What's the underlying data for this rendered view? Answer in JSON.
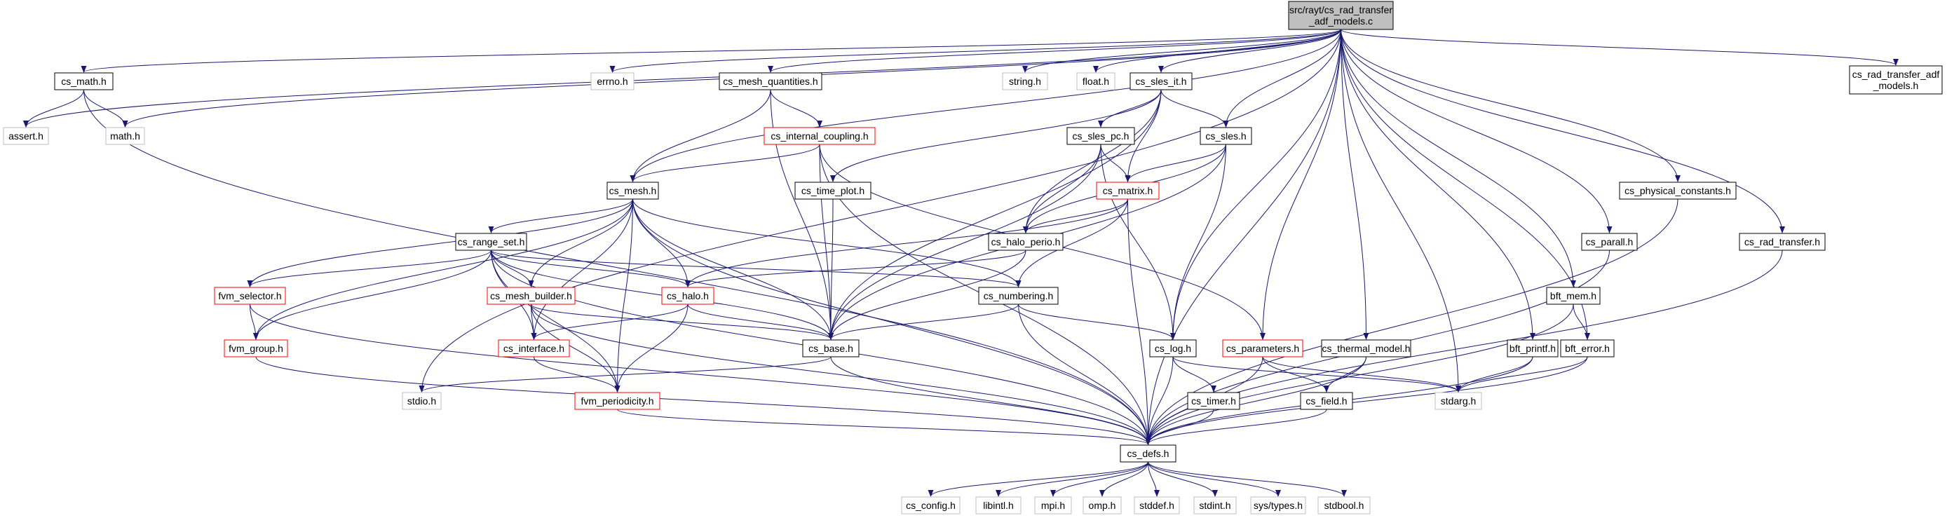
{
  "colors": {
    "edge": "#191970",
    "root_fill": "#bfbfbf",
    "border_dark": "#000000",
    "border_red": "#ff0000",
    "border_gray": "#bfbfbf"
  },
  "nodes": [
    {
      "id": "root",
      "lines": [
        "src/rayt/cs_rad_transfer",
        "_adf_models.c"
      ],
      "style": "root"
    },
    {
      "id": "cs_math_h",
      "lines": [
        "cs_math.h"
      ],
      "style": "dark"
    },
    {
      "id": "assert_h",
      "lines": [
        "assert.h"
      ],
      "style": "gray"
    },
    {
      "id": "math_h",
      "lines": [
        "math.h"
      ],
      "style": "gray"
    },
    {
      "id": "errno_h",
      "lines": [
        "errno.h"
      ],
      "style": "gray"
    },
    {
      "id": "cs_mesh_quantities_h",
      "lines": [
        "cs_mesh_quantities.h"
      ],
      "style": "dark"
    },
    {
      "id": "string_h",
      "lines": [
        "string.h"
      ],
      "style": "gray"
    },
    {
      "id": "float_h",
      "lines": [
        "float.h"
      ],
      "style": "gray"
    },
    {
      "id": "cs_sles_it_h",
      "lines": [
        "cs_sles_it.h"
      ],
      "style": "dark"
    },
    {
      "id": "cs_rad_transfer_adf_models_h",
      "lines": [
        "cs_rad_transfer_adf",
        "_models.h"
      ],
      "style": "dark"
    },
    {
      "id": "cs_internal_coupling_h",
      "lines": [
        "cs_internal_coupling.h"
      ],
      "style": "red"
    },
    {
      "id": "cs_sles_pc_h",
      "lines": [
        "cs_sles_pc.h"
      ],
      "style": "dark"
    },
    {
      "id": "cs_sles_h",
      "lines": [
        "cs_sles.h"
      ],
      "style": "dark"
    },
    {
      "id": "cs_mesh_h",
      "lines": [
        "cs_mesh.h"
      ],
      "style": "dark"
    },
    {
      "id": "cs_time_plot_h",
      "lines": [
        "cs_time_plot.h"
      ],
      "style": "dark"
    },
    {
      "id": "cs_matrix_h",
      "lines": [
        "cs_matrix.h"
      ],
      "style": "red"
    },
    {
      "id": "cs_physical_constants_h",
      "lines": [
        "cs_physical_constants.h"
      ],
      "style": "dark"
    },
    {
      "id": "cs_range_set_h",
      "lines": [
        "cs_range_set.h"
      ],
      "style": "dark"
    },
    {
      "id": "cs_halo_perio_h",
      "lines": [
        "cs_halo_perio.h"
      ],
      "style": "dark"
    },
    {
      "id": "cs_parall_h",
      "lines": [
        "cs_parall.h"
      ],
      "style": "dark"
    },
    {
      "id": "cs_rad_transfer_h",
      "lines": [
        "cs_rad_transfer.h"
      ],
      "style": "dark"
    },
    {
      "id": "fvm_selector_h",
      "lines": [
        "fvm_selector.h"
      ],
      "style": "red"
    },
    {
      "id": "cs_mesh_builder_h",
      "lines": [
        "cs_mesh_builder.h"
      ],
      "style": "red"
    },
    {
      "id": "cs_halo_h",
      "lines": [
        "cs_halo.h"
      ],
      "style": "red"
    },
    {
      "id": "cs_numbering_h",
      "lines": [
        "cs_numbering.h"
      ],
      "style": "dark"
    },
    {
      "id": "bft_mem_h",
      "lines": [
        "bft_mem.h"
      ],
      "style": "dark"
    },
    {
      "id": "fvm_group_h",
      "lines": [
        "fvm_group.h"
      ],
      "style": "red"
    },
    {
      "id": "cs_interface_h",
      "lines": [
        "cs_interface.h"
      ],
      "style": "red"
    },
    {
      "id": "cs_base_h",
      "lines": [
        "cs_base.h"
      ],
      "style": "dark"
    },
    {
      "id": "cs_log_h",
      "lines": [
        "cs_log.h"
      ],
      "style": "dark"
    },
    {
      "id": "cs_parameters_h",
      "lines": [
        "cs_parameters.h"
      ],
      "style": "red"
    },
    {
      "id": "cs_thermal_model_h",
      "lines": [
        "cs_thermal_model.h"
      ],
      "style": "dark"
    },
    {
      "id": "bft_printf_h",
      "lines": [
        "bft_printf.h"
      ],
      "style": "dark"
    },
    {
      "id": "bft_error_h",
      "lines": [
        "bft_error.h"
      ],
      "style": "dark"
    },
    {
      "id": "stdio_h",
      "lines": [
        "stdio.h"
      ],
      "style": "gray"
    },
    {
      "id": "fvm_periodicity_h",
      "lines": [
        "fvm_periodicity.h"
      ],
      "style": "red"
    },
    {
      "id": "cs_timer_h",
      "lines": [
        "cs_timer.h"
      ],
      "style": "dark"
    },
    {
      "id": "cs_field_h",
      "lines": [
        "cs_field.h"
      ],
      "style": "dark"
    },
    {
      "id": "stdarg_h",
      "lines": [
        "stdarg.h"
      ],
      "style": "gray"
    },
    {
      "id": "cs_defs_h",
      "lines": [
        "cs_defs.h"
      ],
      "style": "dark"
    },
    {
      "id": "cs_config_h",
      "lines": [
        "cs_config.h"
      ],
      "style": "gray"
    },
    {
      "id": "libintl_h",
      "lines": [
        "libintl.h"
      ],
      "style": "gray"
    },
    {
      "id": "mpi_h",
      "lines": [
        "mpi.h"
      ],
      "style": "gray"
    },
    {
      "id": "omp_h",
      "lines": [
        "omp.h"
      ],
      "style": "gray"
    },
    {
      "id": "stddef_h",
      "lines": [
        "stddef.h"
      ],
      "style": "gray"
    },
    {
      "id": "stdint_h",
      "lines": [
        "stdint.h"
      ],
      "style": "gray"
    },
    {
      "id": "sys_types_h",
      "lines": [
        "sys/types.h"
      ],
      "style": "gray"
    },
    {
      "id": "stdbool_h",
      "lines": [
        "stdbool.h"
      ],
      "style": "gray"
    }
  ],
  "edges": [
    [
      "root",
      "cs_math_h"
    ],
    [
      "root",
      "assert_h"
    ],
    [
      "root",
      "math_h"
    ],
    [
      "root",
      "errno_h"
    ],
    [
      "root",
      "cs_mesh_quantities_h"
    ],
    [
      "root",
      "string_h"
    ],
    [
      "root",
      "float_h"
    ],
    [
      "root",
      "cs_sles_it_h"
    ],
    [
      "root",
      "cs_rad_transfer_adf_models_h"
    ],
    [
      "root",
      "cs_mesh_h"
    ],
    [
      "root",
      "stdio_h"
    ],
    [
      "root",
      "cs_sles_h"
    ],
    [
      "root",
      "cs_log_h"
    ],
    [
      "root",
      "cs_parameters_h"
    ],
    [
      "root",
      "cs_thermal_model_h"
    ],
    [
      "root",
      "stdarg_h"
    ],
    [
      "root",
      "bft_printf_h"
    ],
    [
      "root",
      "bft_error_h"
    ],
    [
      "root",
      "bft_mem_h"
    ],
    [
      "root",
      "cs_parall_h"
    ],
    [
      "root",
      "cs_physical_constants_h"
    ],
    [
      "root",
      "cs_rad_transfer_h"
    ],
    [
      "root",
      "cs_defs_h"
    ],
    [
      "cs_math_h",
      "assert_h"
    ],
    [
      "cs_math_h",
      "math_h"
    ],
    [
      "cs_math_h",
      "cs_defs_h"
    ],
    [
      "cs_mesh_quantities_h",
      "cs_internal_coupling_h"
    ],
    [
      "cs_mesh_quantities_h",
      "cs_mesh_h"
    ],
    [
      "cs_mesh_quantities_h",
      "cs_base_h"
    ],
    [
      "cs_sles_it_h",
      "cs_time_plot_h"
    ],
    [
      "cs_sles_it_h",
      "cs_sles_pc_h"
    ],
    [
      "cs_sles_it_h",
      "cs_sles_h"
    ],
    [
      "cs_sles_it_h",
      "cs_matrix_h"
    ],
    [
      "cs_sles_it_h",
      "cs_halo_perio_h"
    ],
    [
      "cs_sles_it_h",
      "cs_base_h"
    ],
    [
      "cs_internal_coupling_h",
      "cs_mesh_h"
    ],
    [
      "cs_internal_coupling_h",
      "cs_parameters_h"
    ],
    [
      "cs_internal_coupling_h",
      "cs_base_h"
    ],
    [
      "cs_internal_coupling_h",
      "cs_defs_h"
    ],
    [
      "cs_sles_pc_h",
      "cs_matrix_h"
    ],
    [
      "cs_sles_pc_h",
      "cs_halo_perio_h"
    ],
    [
      "cs_sles_pc_h",
      "cs_log_h"
    ],
    [
      "cs_sles_pc_h",
      "cs_base_h"
    ],
    [
      "cs_sles_h",
      "cs_matrix_h"
    ],
    [
      "cs_sles_h",
      "cs_halo_perio_h"
    ],
    [
      "cs_sles_h",
      "cs_log_h"
    ],
    [
      "cs_sles_h",
      "cs_base_h"
    ],
    [
      "cs_mesh_h",
      "cs_range_set_h"
    ],
    [
      "cs_mesh_h",
      "fvm_selector_h"
    ],
    [
      "cs_mesh_h",
      "cs_mesh_builder_h"
    ],
    [
      "cs_mesh_h",
      "cs_halo_h"
    ],
    [
      "cs_mesh_h",
      "cs_numbering_h"
    ],
    [
      "cs_mesh_h",
      "fvm_group_h"
    ],
    [
      "cs_mesh_h",
      "cs_interface_h"
    ],
    [
      "cs_mesh_h",
      "cs_base_h"
    ],
    [
      "cs_mesh_h",
      "fvm_periodicity_h"
    ],
    [
      "cs_mesh_h",
      "cs_defs_h"
    ],
    [
      "cs_time_plot_h",
      "cs_base_h"
    ],
    [
      "cs_matrix_h",
      "cs_halo_perio_h"
    ],
    [
      "cs_matrix_h",
      "cs_halo_h"
    ],
    [
      "cs_matrix_h",
      "cs_numbering_h"
    ],
    [
      "cs_matrix_h",
      "cs_defs_h"
    ],
    [
      "cs_physical_constants_h",
      "cs_defs_h"
    ],
    [
      "cs_range_set_h",
      "fvm_selector_h"
    ],
    [
      "cs_range_set_h",
      "cs_mesh_builder_h"
    ],
    [
      "cs_range_set_h",
      "cs_halo_h"
    ],
    [
      "cs_range_set_h",
      "cs_numbering_h"
    ],
    [
      "cs_range_set_h",
      "fvm_group_h"
    ],
    [
      "cs_range_set_h",
      "cs_interface_h"
    ],
    [
      "cs_range_set_h",
      "cs_base_h"
    ],
    [
      "cs_range_set_h",
      "fvm_periodicity_h"
    ],
    [
      "cs_range_set_h",
      "cs_defs_h"
    ],
    [
      "cs_halo_perio_h",
      "cs_halo_h"
    ],
    [
      "cs_halo_perio_h",
      "cs_base_h"
    ],
    [
      "cs_parall_h",
      "cs_defs_h"
    ],
    [
      "cs_rad_transfer_h",
      "cs_defs_h"
    ],
    [
      "fvm_selector_h",
      "fvm_group_h"
    ],
    [
      "fvm_selector_h",
      "cs_defs_h"
    ],
    [
      "cs_mesh_builder_h",
      "cs_interface_h"
    ],
    [
      "cs_mesh_builder_h",
      "cs_base_h"
    ],
    [
      "cs_mesh_builder_h",
      "fvm_periodicity_h"
    ],
    [
      "cs_mesh_builder_h",
      "cs_defs_h"
    ],
    [
      "cs_halo_h",
      "cs_interface_h"
    ],
    [
      "cs_halo_h",
      "cs_base_h"
    ],
    [
      "cs_halo_h",
      "fvm_periodicity_h"
    ],
    [
      "cs_numbering_h",
      "cs_base_h"
    ],
    [
      "cs_numbering_h",
      "cs_log_h"
    ],
    [
      "cs_numbering_h",
      "cs_defs_h"
    ],
    [
      "bft_mem_h",
      "bft_error_h"
    ],
    [
      "bft_mem_h",
      "cs_defs_h"
    ],
    [
      "fvm_group_h",
      "cs_defs_h"
    ],
    [
      "cs_interface_h",
      "fvm_periodicity_h"
    ],
    [
      "cs_base_h",
      "stdio_h"
    ],
    [
      "cs_base_h",
      "cs_defs_h"
    ],
    [
      "cs_log_h",
      "cs_timer_h"
    ],
    [
      "cs_log_h",
      "stdarg_h"
    ],
    [
      "cs_log_h",
      "cs_defs_h"
    ],
    [
      "cs_parameters_h",
      "cs_field_h"
    ],
    [
      "cs_parameters_h",
      "stdarg_h"
    ],
    [
      "cs_parameters_h",
      "cs_defs_h"
    ],
    [
      "cs_thermal_model_h",
      "cs_field_h"
    ],
    [
      "cs_thermal_model_h",
      "cs_defs_h"
    ],
    [
      "bft_printf_h",
      "stdarg_h"
    ],
    [
      "bft_printf_h",
      "cs_defs_h"
    ],
    [
      "bft_error_h",
      "stdarg_h"
    ],
    [
      "bft_error_h",
      "cs_defs_h"
    ],
    [
      "fvm_periodicity_h",
      "cs_defs_h"
    ],
    [
      "cs_timer_h",
      "cs_defs_h"
    ],
    [
      "cs_field_h",
      "cs_defs_h"
    ],
    [
      "cs_defs_h",
      "cs_config_h"
    ],
    [
      "cs_defs_h",
      "libintl_h"
    ],
    [
      "cs_defs_h",
      "mpi_h"
    ],
    [
      "cs_defs_h",
      "omp_h"
    ],
    [
      "cs_defs_h",
      "stddef_h"
    ],
    [
      "cs_defs_h",
      "stdint_h"
    ],
    [
      "cs_defs_h",
      "sys_types_h"
    ],
    [
      "cs_defs_h",
      "stdbool_h"
    ]
  ]
}
